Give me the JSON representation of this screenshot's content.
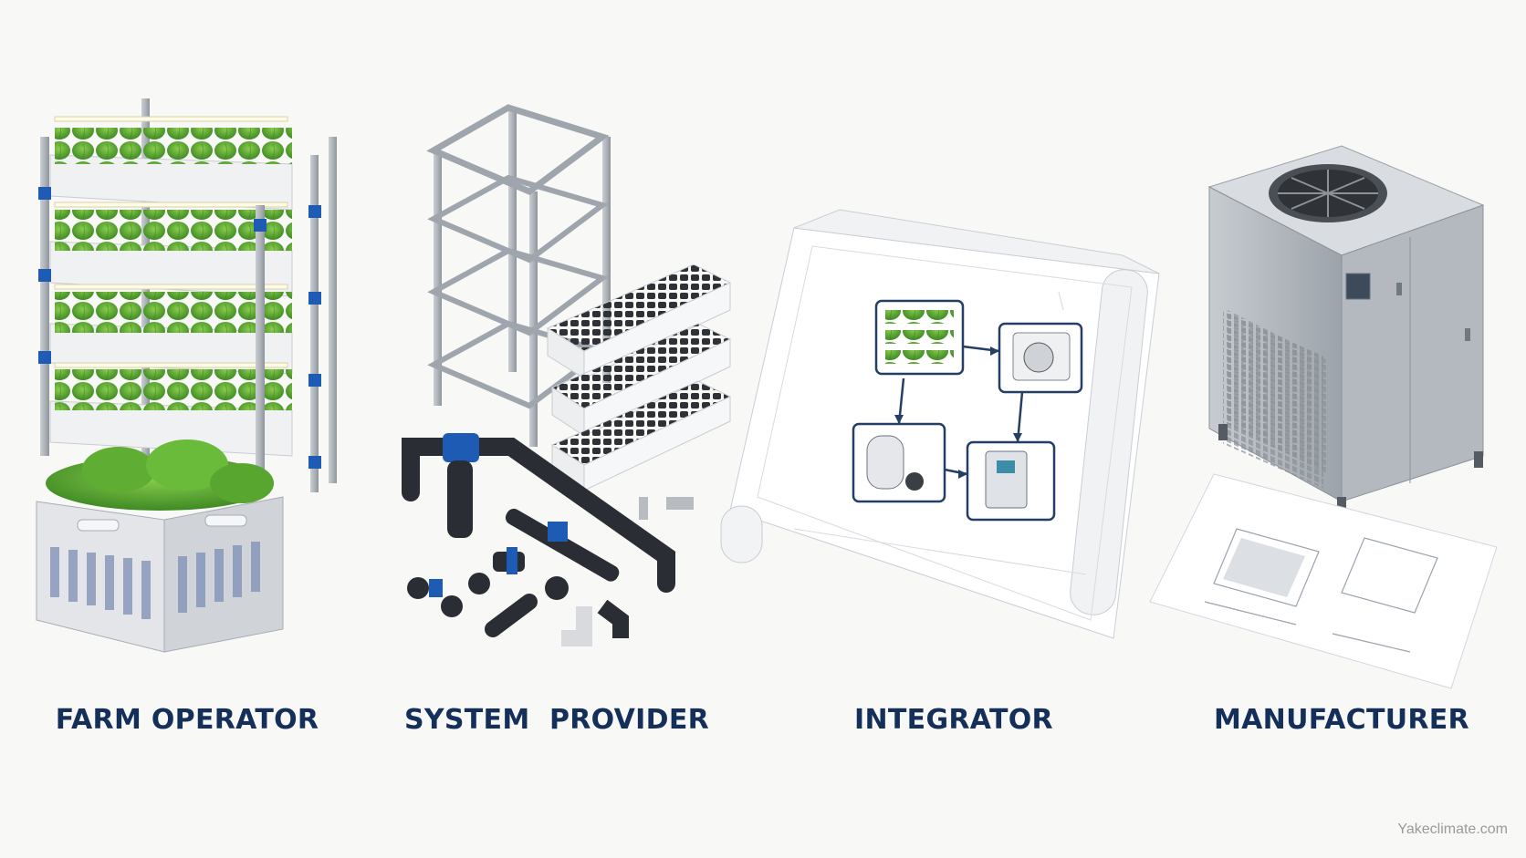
{
  "labels": {
    "farm_operator": "FARM OPERATOR",
    "system_provider": "SYSTEM  PROVIDER",
    "integrator": "INTEGRATOR",
    "manufacturer": "MANUFACTURER"
  },
  "watermark": "Yakeclimate.com",
  "colors": {
    "label_text": "#14305a",
    "background": "#f8f8f7",
    "leaf_green": "#4f9a2c",
    "pipe_blue": "#1e5bb5",
    "steel": "#b9bec4"
  }
}
